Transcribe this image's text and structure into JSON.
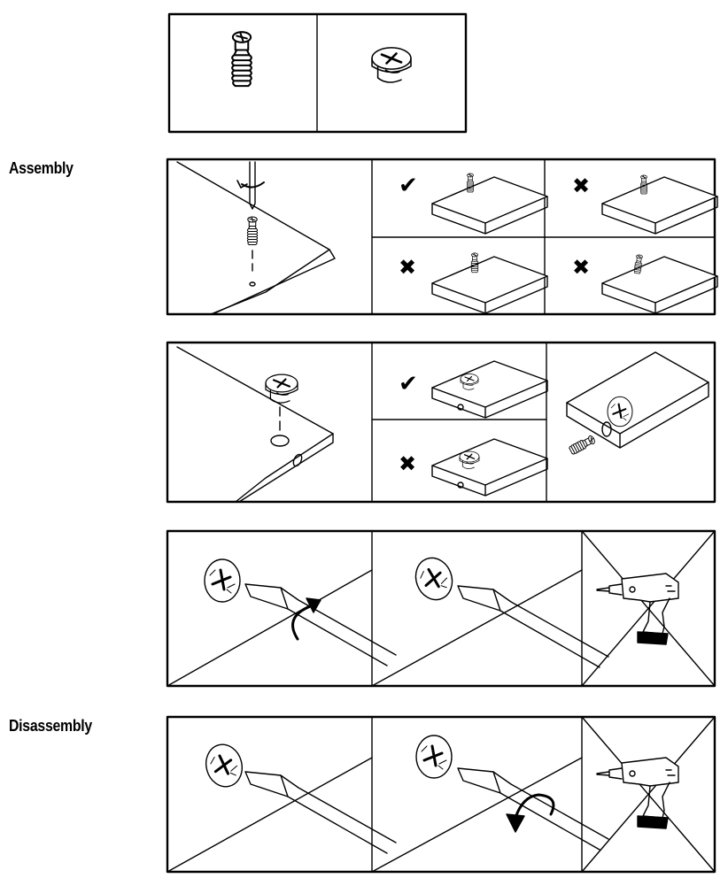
{
  "sections": {
    "assembly_label": "Assembly",
    "disassembly_label": "Disassembly"
  },
  "parts": [
    {
      "icon": "dowel-screw-icon"
    },
    {
      "icon": "cam-lock-icon"
    }
  ],
  "marks": {
    "correct": "✔",
    "wrong": "✖"
  },
  "steps": [
    {
      "id": "insert-dowel",
      "options": [
        "correct",
        "wrong",
        "wrong",
        "wrong"
      ]
    },
    {
      "id": "insert-cam",
      "options": [
        "correct",
        "wrong"
      ]
    },
    {
      "id": "lock-cam",
      "tools": [
        "screwdriver-icon",
        "screwdriver-icon",
        "drill-icon"
      ],
      "drill_allowed": false
    },
    {
      "id": "unlock-cam",
      "tools": [
        "screwdriver-icon",
        "screwdriver-icon",
        "drill-icon"
      ],
      "drill_allowed": false
    }
  ]
}
